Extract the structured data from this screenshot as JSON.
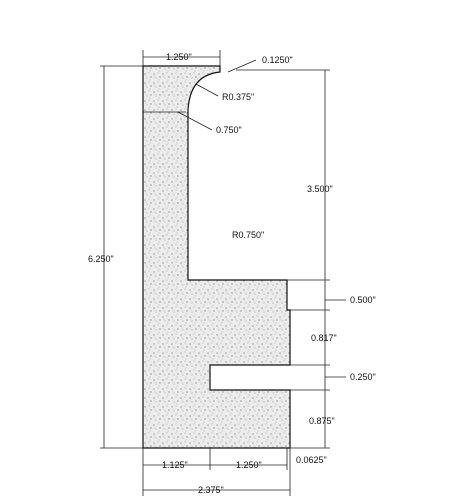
{
  "drawing": {
    "fill_color": "#d9d9d9",
    "line_color": "#111111",
    "dimensions": {
      "top_width": "1.250\"",
      "top_gap": "0.1250\"",
      "radius_small": "R0.375\"",
      "neck": "0.750\"",
      "height_upper": "3.500\"",
      "radius_large": "R0.750\"",
      "total_height": "6.250\"",
      "step": "0.500\"",
      "mid_height": "0.817\"",
      "slot": "0.250\"",
      "bottom_height": "0.875\"",
      "bottom_left": "1.125\"",
      "bottom_right": "1.250\"",
      "bottom_gap": "0.0625\"",
      "total_width": "2.375\""
    }
  }
}
